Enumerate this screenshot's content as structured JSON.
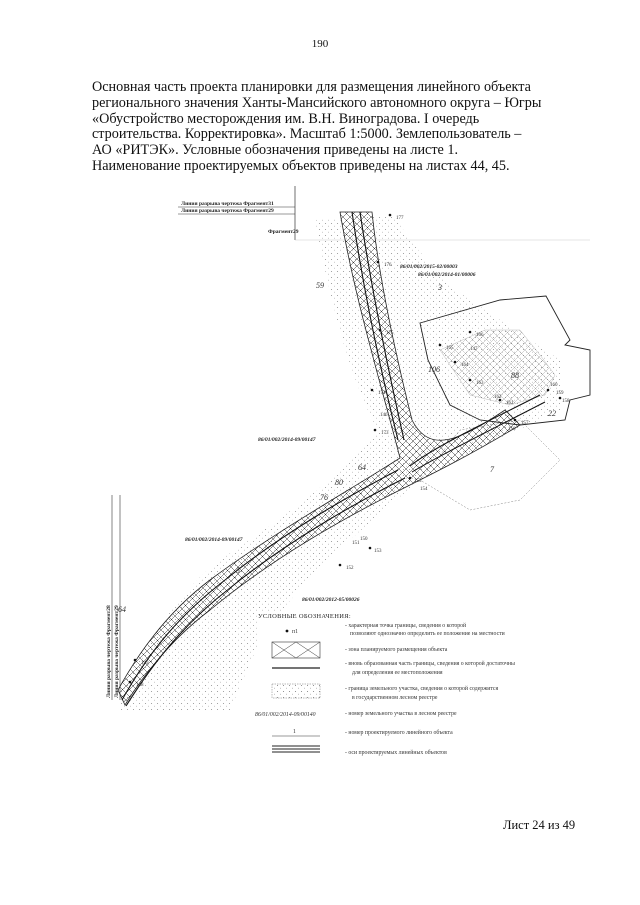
{
  "page_number": "190",
  "heading_lines": [
    "Основная часть проекта планировки для размещения линейного объекта",
    "регионального значения Ханты-Мансийского автономного округа – Югры",
    "«Обустройство месторождения им. В.Н. Виноградова. I очередь",
    "строительства. Корректировка». Масштаб 1:5000. Землепользователь –",
    "АО «РИТЭК». Условные обозначения приведены на листе 1.",
    "Наименование проектируемых объектов приведены на листах 44, 45."
  ],
  "map": {
    "cut_lines_top": [
      "Линия разрыва чертежа Фрагмент31",
      "Линия разрыва чертежа Фрагмент29"
    ],
    "fragment_label": "Фрагмент29",
    "cut_lines_left": [
      "Линия разрыва чертежа Фрагмент28",
      "Линия разрыва чертежа Фрагмент29"
    ],
    "parcel_labels": [
      "86/01/002/2015-02/00003",
      "86/01/002/2014-01/00006",
      "86/01/002/2014-09/00147",
      "86/01/002/2014-09/00147",
      "86/01/002/2012-05/00026"
    ],
    "area_numbers": [
      "59",
      "3",
      "22",
      "64",
      "7",
      "80",
      "76",
      "5",
      "64",
      "106",
      "88"
    ],
    "point_numbers": [
      "177",
      "176",
      "175",
      "174",
      "173",
      "166",
      "165",
      "164",
      "163",
      "162",
      "161",
      "160",
      "159",
      "158",
      "157",
      "156",
      "155",
      "154",
      "153",
      "152",
      "151",
      "150",
      "149",
      "148",
      "147",
      "146"
    ]
  },
  "legend": {
    "title": "УСЛОВНЫЕ ОБОЗНАЧЕНИЯ:",
    "point_symbol": "п1",
    "sample_parcel_number": "86/01/002/2014-09/00140",
    "sample_object_number": "1",
    "items": [
      [
        "- характерная точка границы, сведения о которой",
        "позволяют однозначно определить ее положение на местности"
      ],
      [
        "- зона планируемого размещения объекта"
      ],
      [
        "- вновь образованная часть границы, сведения о которой достаточны",
        "для определения ее местоположения"
      ],
      [
        "- граница земельного участка, сведения о которой содержится",
        "в государственном лесном реестре"
      ],
      [
        "- номер земельного участка в лесном реестре"
      ],
      [
        "- номер проектируемого линейного объекта"
      ],
      [
        "- оси проектируемых линейных объектов"
      ]
    ]
  },
  "footer": "Лист 24 из 49"
}
